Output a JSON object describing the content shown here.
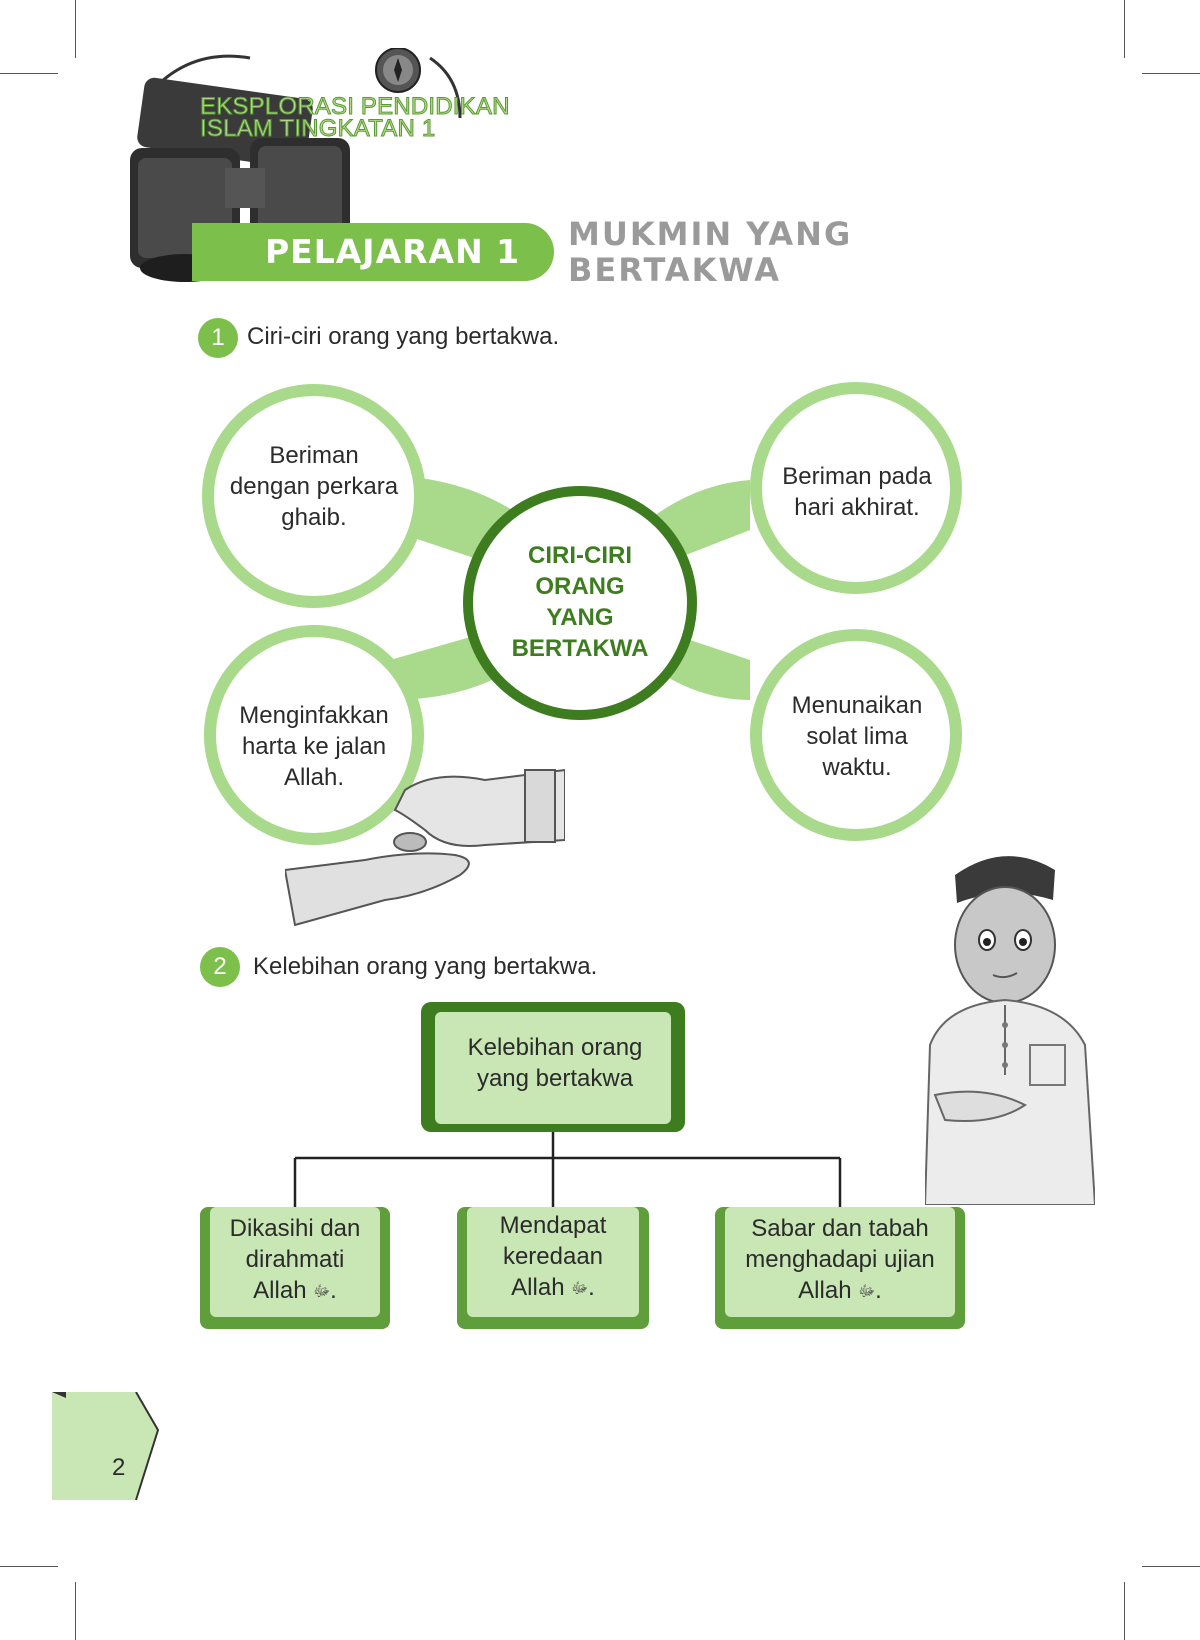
{
  "header": {
    "book_title_line1": "EKSPLORASI PENDIDIKAN",
    "book_title_line2": "ISLAM TINGKATAN 1",
    "lesson_label": "PELAJARAN 1",
    "lesson_title_line1": "MUKMIN YANG",
    "lesson_title_line2": "BERTAKWA"
  },
  "section1": {
    "number": "1",
    "heading": "Ciri-ciri orang yang bertakwa.",
    "center": [
      "CIRI-CIRI",
      "ORANG",
      "YANG",
      "BERTAKWA"
    ],
    "circles": [
      {
        "lines": [
          "Beriman",
          "dengan perkara",
          "ghaib."
        ]
      },
      {
        "lines": [
          "Beriman pada",
          "hari akhirat."
        ]
      },
      {
        "lines": [
          "Menginfakkan",
          "harta ke jalan",
          "Allah."
        ]
      },
      {
        "lines": [
          "Menunaikan",
          "solat lima",
          "waktu."
        ]
      }
    ]
  },
  "section2": {
    "number": "2",
    "heading": "Kelebihan orang yang bertakwa.",
    "root": [
      "Kelebihan orang",
      "yang bertakwa"
    ],
    "boxes": [
      {
        "lines": [
          "Dikasihi dan",
          "dirahmati",
          "Allah"
        ]
      },
      {
        "lines": [
          "Mendapat",
          "keredaan",
          "Allah"
        ]
      },
      {
        "lines": [
          "Sabar dan tabah",
          "menghadapi ujian",
          "Allah"
        ]
      }
    ],
    "allah_suffix": "ّٰ.",
    "allah_glyph": "ﷻ"
  },
  "footer": {
    "page_number": "2"
  },
  "colors": {
    "green_dark": "#3e7d1f",
    "green": "#7cc04b",
    "green_light": "#a9d98a",
    "green_pale": "#c9e6b5"
  }
}
